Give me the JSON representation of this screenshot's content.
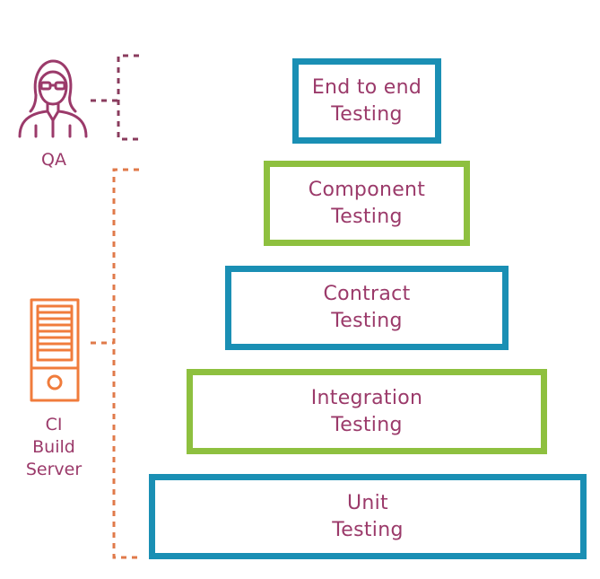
{
  "actors": {
    "qa": {
      "label": "QA",
      "icon": "person-icon",
      "color": "#9b3a6a"
    },
    "ci": {
      "label_lines": [
        "CI",
        "Build",
        "Server"
      ],
      "icon": "server-icon",
      "color": "#f07c3c"
    }
  },
  "layers": [
    {
      "lines": [
        "End to end",
        "Testing"
      ],
      "color": "#1a8fb4"
    },
    {
      "lines": [
        "Component",
        "Testing"
      ],
      "color": "#8ec03f"
    },
    {
      "lines": [
        "Contract",
        "Testing"
      ],
      "color": "#1a8fb4"
    },
    {
      "lines": [
        "Integration",
        "Testing"
      ],
      "color": "#8ec03f"
    },
    {
      "lines": [
        "Unit",
        "Testing"
      ],
      "color": "#1a8fb4"
    }
  ],
  "colors": {
    "text": "#9b3a6a",
    "blue": "#1a8fb4",
    "green": "#8ec03f",
    "qa_connector": "#8a3c5e",
    "ci_connector": "#e07a4a"
  }
}
